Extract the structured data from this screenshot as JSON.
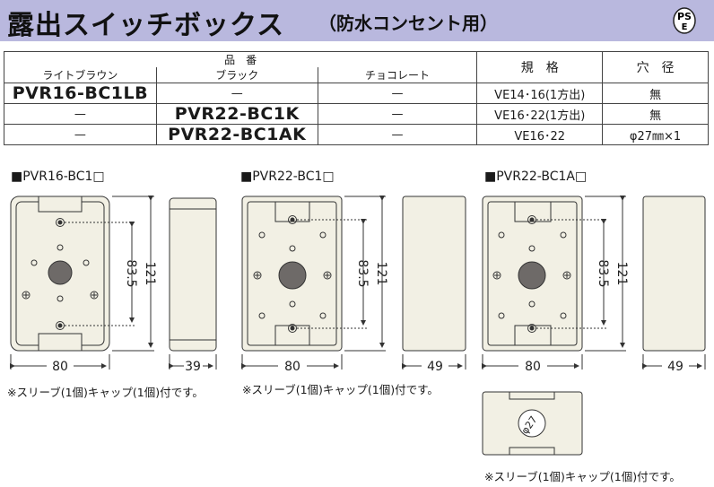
{
  "header": {
    "title": "露出スイッチボックス",
    "subtitle": "（防水コンセント用）",
    "mark": "PS\nE"
  },
  "table": {
    "group_header": "品　番",
    "col_headers": [
      "ライトブラウン",
      "ブラック",
      "チョコレート",
      "規　格",
      "穴　径"
    ],
    "rows": [
      [
        "PVR16-BC1LB",
        "—",
        "—",
        "VE14･16(1方出)",
        "無"
      ],
      [
        "—",
        "PVR22-BC1K",
        "—",
        "VE16･22(1方出)",
        "無"
      ],
      [
        "—",
        "PVR22-BC1AK",
        "—",
        "VE16･22",
        "φ27㎜×1"
      ]
    ]
  },
  "diagrams": [
    {
      "label": "■PVR16-BC1□",
      "width": "80",
      "height_outer": "121",
      "height_inner": "83.5",
      "depth": "39"
    },
    {
      "label": "■PVR22-BC1□",
      "width": "80",
      "height_outer": "121",
      "height_inner": "83.5",
      "depth": "49"
    },
    {
      "label": "■PVR22-BC1A□",
      "width": "80",
      "height_outer": "121",
      "height_inner": "83.5",
      "depth": "49",
      "hole": "φ27"
    }
  ],
  "notes": [
    "※スリーブ(1個)キャップ(1個)付です。",
    "※スリーブ(1個)キャップ(1個)付です。",
    "※スリーブ(1個)キャップ(1個)付です。"
  ],
  "colors": {
    "title_band": "#b9b8de",
    "box_fill": "#f2f0e4",
    "line": "#333333"
  }
}
